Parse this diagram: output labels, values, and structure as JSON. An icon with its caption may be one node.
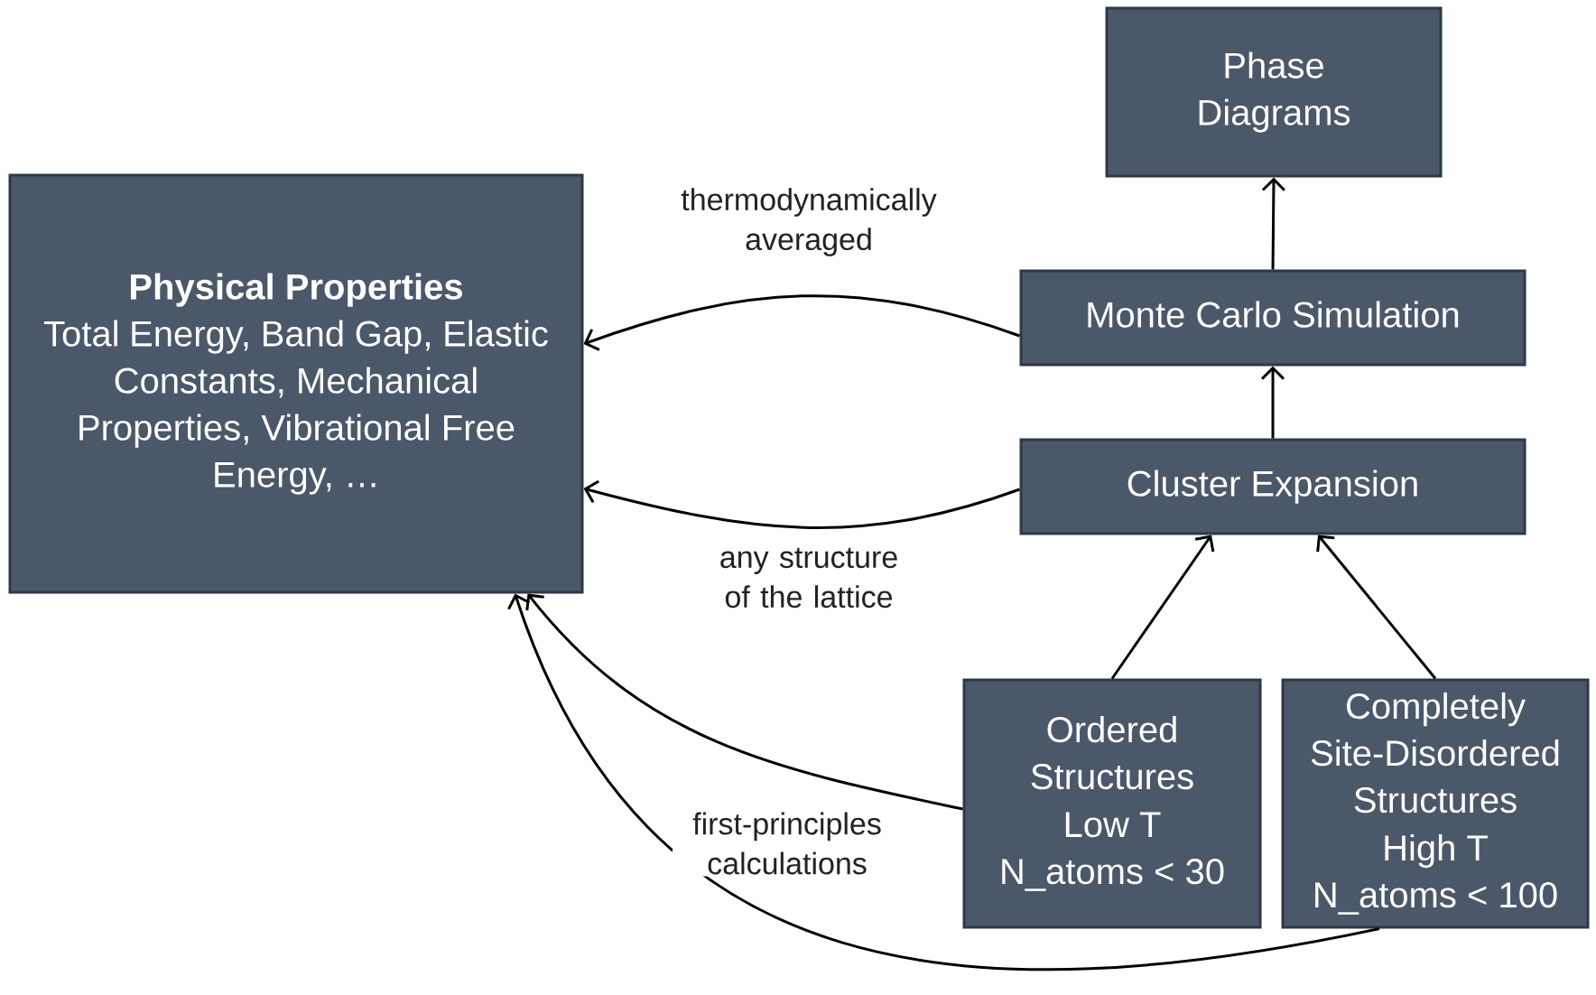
{
  "diagram": {
    "nodes": [
      {
        "text": [
          "Physical Properties",
          "Total Energy, Band Gap, Elastic Constants, Mechanical Properties, Vibrational Free Energy, …"
        ]
      },
      {
        "text": [
          "Phase Diagrams"
        ]
      },
      {
        "text": [
          "Monte Carlo Simulation"
        ]
      },
      {
        "text": [
          "Cluster Expansion"
        ]
      },
      {
        "text": [
          "Ordered Structures",
          "Low T",
          "N_atoms < 30"
        ]
      },
      {
        "text": [
          "Completely Site-Disordered Structures",
          "High T",
          "N_atoms < 100"
        ]
      }
    ],
    "edges": [
      {
        "from": 2,
        "to": 1,
        "arrow": "to"
      },
      {
        "from": 3,
        "to": 2,
        "arrow": "to"
      },
      {
        "from": 4,
        "to": 3,
        "arrow": "to"
      },
      {
        "from": 5,
        "to": 3,
        "arrow": "to"
      },
      {
        "from": 2,
        "to": 0,
        "arrow": "to",
        "label": "thermodynamically averaged"
      },
      {
        "from": 3,
        "to": 0,
        "arrow": "to",
        "label": "any structure of the lattice"
      },
      {
        "from": 4,
        "to": 0,
        "arrow": "to",
        "label": "first-principles calculations"
      },
      {
        "from": 5,
        "to": 0,
        "arrow": "to"
      }
    ]
  }
}
